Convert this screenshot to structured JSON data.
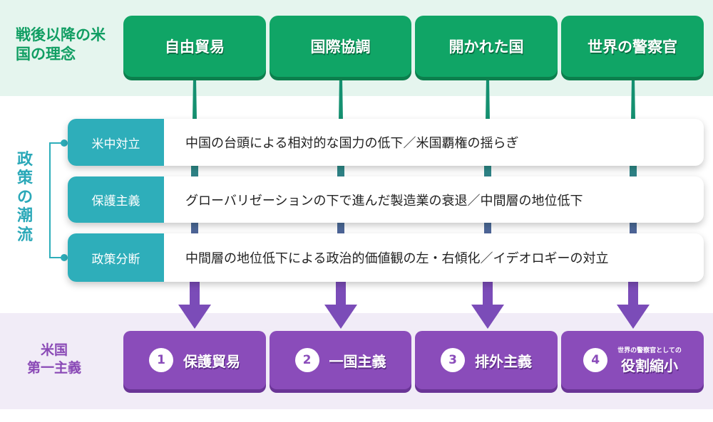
{
  "ideals": {
    "label": "戦後以降の米国の理念",
    "items": [
      "自由貿易",
      "国際協調",
      "開かれた国",
      "世界の警察官"
    ]
  },
  "trends": {
    "label": "政策の潮流",
    "rows": [
      {
        "label": "米中対立",
        "text": "中国の台頭による相対的な国力の低下／米国覇権の揺らぎ"
      },
      {
        "label": "保護主義",
        "text": "グローバリゼーションの下で進んだ製造業の衰退／中間層の地位低下"
      },
      {
        "label": "政策分断",
        "text": "中間層の地位低下による政治的価値観の左・右傾化／イデオロギーの対立"
      }
    ]
  },
  "america_first": {
    "label_line1": "米国",
    "label_line2": "第一主義",
    "items": [
      {
        "num": "1",
        "text": "保護貿易"
      },
      {
        "num": "2",
        "text": "一国主義"
      },
      {
        "num": "3",
        "text": "排外主義"
      },
      {
        "num": "4",
        "prefix": "世界の警察官としての",
        "text": "役割縮小"
      }
    ]
  },
  "colors": {
    "green": "#10a566",
    "teal": "#2eaeba",
    "purple": "#8a4cba"
  }
}
